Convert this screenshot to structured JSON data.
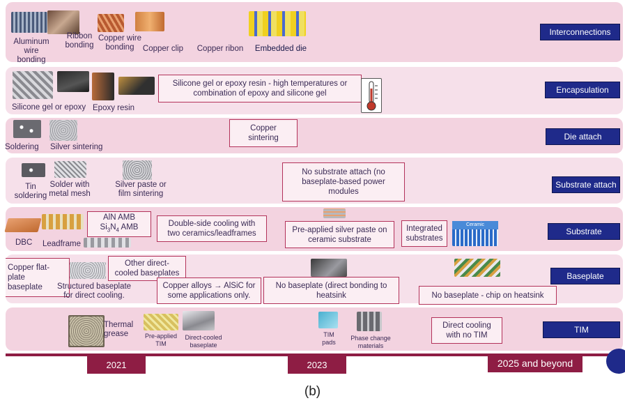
{
  "rows": {
    "interconnections": {
      "label": "Interconnections",
      "items": [
        "Aluminum wire bonding",
        "Ribbon bonding",
        "Copper wire bonding",
        "Copper clip",
        "Copper ribon",
        "Embedded die"
      ],
      "item_lines": [
        [
          "Aluminum wire",
          "bonding"
        ],
        [
          "Ribbon",
          "bonding"
        ],
        [
          "Copper wire",
          "bonding"
        ]
      ]
    },
    "encapsulation": {
      "label": "Encapsulation",
      "items": [
        "Silicone gel or epoxy",
        "Epoxy resin"
      ],
      "box_lines": [
        "Silicone gel or epoxy resin - high temperatures or",
        "combination of epoxy and silicone gel"
      ]
    },
    "die_attach": {
      "label": "Die attach",
      "items": [
        "Soldering",
        "Silver sintering"
      ],
      "box_lines": [
        "Copper",
        "sintering"
      ]
    },
    "substrate_attach": {
      "label": "Substrate attach",
      "item_lines": [
        [
          "Tin",
          "soldering"
        ],
        [
          "Solder with",
          "metal mesh"
        ],
        [
          "Silver paste or",
          "film sintering"
        ]
      ],
      "box_lines": [
        "No substrate attach (no",
        "baseplate-based power",
        "modules"
      ]
    },
    "substrate": {
      "label": "Substrate",
      "items": [
        "DBC",
        "Leadframe"
      ],
      "amb_lines": [
        "AlN AMB",
        "Si3N4 AMB"
      ],
      "double_side_lines": [
        "Double-side cooling with",
        "two ceramics/leadframes"
      ],
      "preapplied_lines": [
        "Pre-applied silver paste on",
        "ceramic substrate"
      ],
      "integrated_lines": [
        "Integrated",
        "substrates"
      ],
      "ceramic_text": "Ceramic"
    },
    "baseplate": {
      "label": "Baseplate",
      "copper_flat_lines": [
        "Copper flat-",
        "plate",
        "baseplate"
      ],
      "other_direct_lines": [
        "Other direct-",
        "cooled baseplates"
      ],
      "structured_lines": [
        "Structured baseplate",
        "for direct cooling."
      ],
      "copper_alloys_lines": [
        "Copper alloys → AlSiC for",
        "some applications only."
      ],
      "no_baseplate_lines": [
        "No baseplate (direct bonding to",
        "heatsink"
      ],
      "no_baseplate_chip": "No baseplate - chip on heatsink"
    },
    "tim": {
      "label": "TIM",
      "thermal_lines": [
        "Thermal",
        "grease"
      ],
      "preapplied_lines": [
        "Pre-applied",
        "TIM"
      ],
      "direct_cooled_lines": [
        "Direct-cooled",
        "baseplate"
      ],
      "tim_pads_lines": [
        "TIM",
        "pads"
      ],
      "phase_change_lines": [
        "Phase change",
        "materials"
      ],
      "direct_cooling_lines": [
        "Direct cooling",
        "with no TIM"
      ]
    }
  },
  "timeline": [
    "2021",
    "2023",
    "2025 and beyond"
  ],
  "caption": "(b)",
  "colors": {
    "label_bg": "#1f2a8a",
    "row_bg": "#f3d3e0",
    "box_border": "#b3325a",
    "timeline": "#8e1d44"
  }
}
